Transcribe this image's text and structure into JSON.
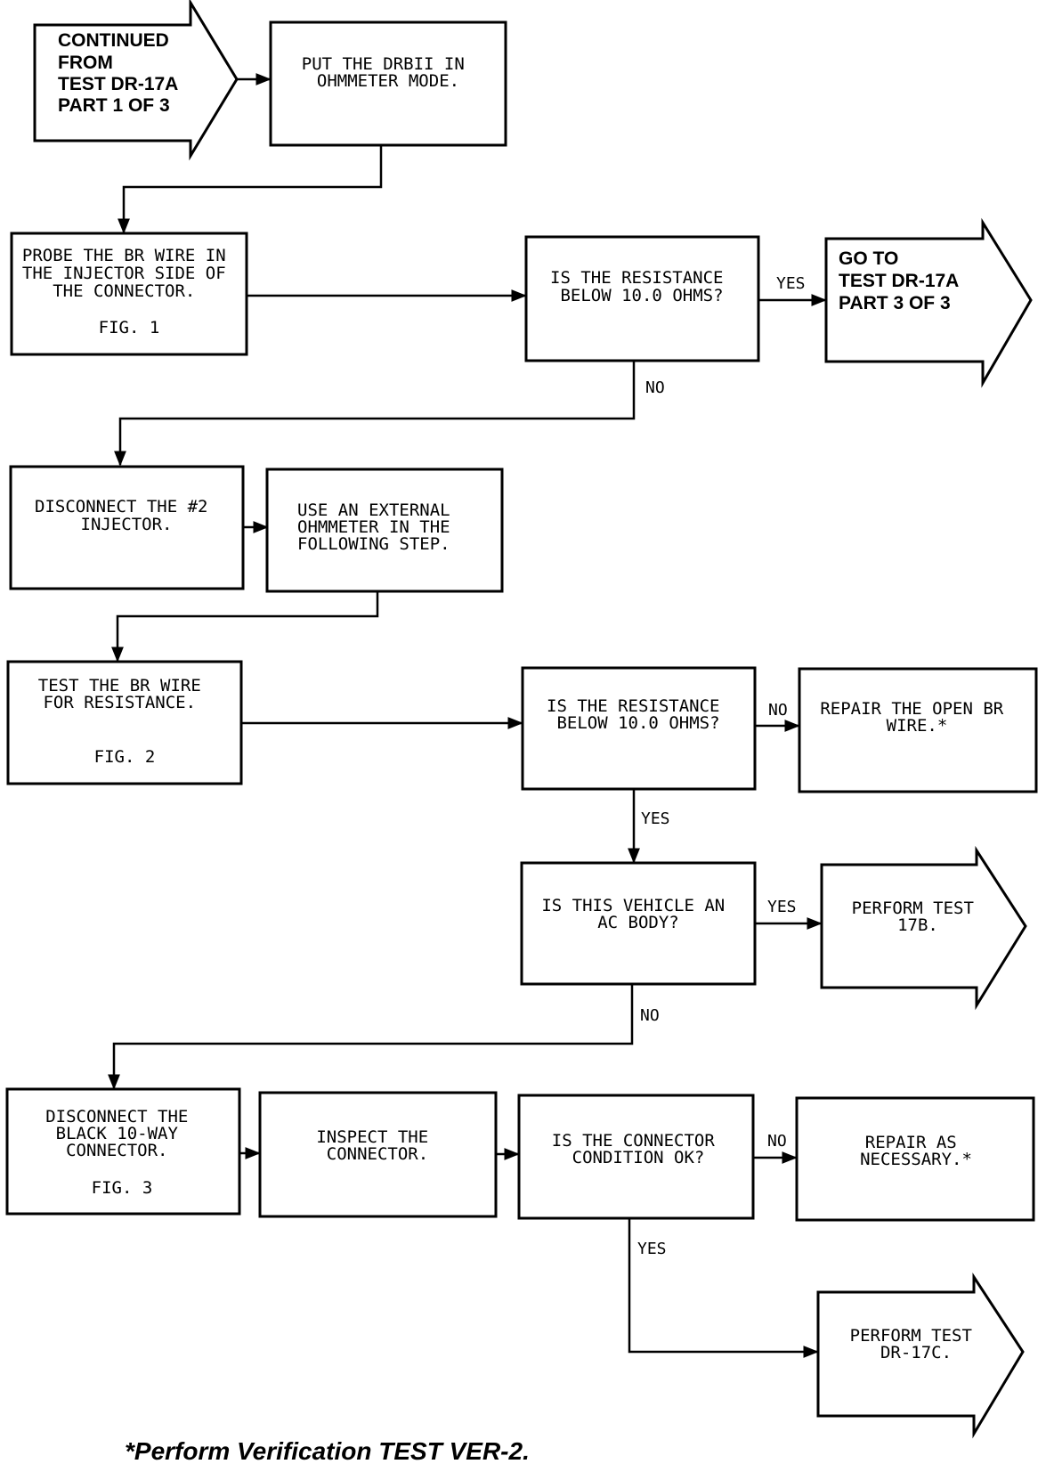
{
  "start": {
    "lines": [
      "CONTINUED",
      "FROM",
      "TEST DR-17A",
      "PART 1 OF 3"
    ]
  },
  "step_ohmmeter": {
    "lines": [
      "PUT THE DRBII IN",
      "OHMMETER MODE."
    ]
  },
  "step_probe": {
    "lines": [
      "PROBE THE BR WIRE IN",
      "THE INJECTOR SIDE OF",
      "THE CONNECTOR."
    ],
    "fig": "FIG. 1"
  },
  "q1": {
    "lines": [
      "IS THE RESISTANCE",
      "BELOW 10.0 OHMS?"
    ]
  },
  "goto_part3": {
    "lines": [
      "GO TO",
      "TEST DR-17A",
      "PART 3 OF 3"
    ]
  },
  "step_disconnect_injector": {
    "lines": [
      "DISCONNECT THE #2",
      "INJECTOR."
    ]
  },
  "step_external": {
    "lines": [
      "USE AN EXTERNAL",
      "OHMMETER IN THE",
      "FOLLOWING STEP."
    ]
  },
  "step_test_br": {
    "lines": [
      "TEST THE BR WIRE",
      "FOR RESISTANCE."
    ],
    "fig": "FIG. 2"
  },
  "q2": {
    "lines": [
      "IS THE RESISTANCE",
      "BELOW 10.0 OHMS?"
    ]
  },
  "repair_open": {
    "lines": [
      "REPAIR THE OPEN BR",
      "WIRE.*"
    ]
  },
  "q3": {
    "lines": [
      "IS THIS VEHICLE AN",
      "AC BODY?"
    ]
  },
  "perform_17b": {
    "lines": [
      "PERFORM TEST",
      "17B."
    ]
  },
  "step_disconnect_black": {
    "lines": [
      "DISCONNECT THE",
      "BLACK 10-WAY",
      "CONNECTOR."
    ],
    "fig": "FIG. 3"
  },
  "step_inspect": {
    "lines": [
      "INSPECT THE",
      "CONNECTOR."
    ]
  },
  "q4": {
    "lines": [
      "IS THE CONNECTOR",
      "CONDITION OK?"
    ]
  },
  "repair_necessary": {
    "lines": [
      "REPAIR AS",
      "NECESSARY.*"
    ]
  },
  "perform_17c": {
    "lines": [
      "PERFORM TEST",
      "DR-17C."
    ]
  },
  "labels": {
    "q1_yes": "YES",
    "q1_no": "NO",
    "q2_no": "NO",
    "q2_yes": "YES",
    "q3_yes": "YES",
    "q3_no": "NO",
    "q4_no": "NO",
    "q4_yes": "YES"
  },
  "footnote": "*Perform Verification TEST VER-2."
}
